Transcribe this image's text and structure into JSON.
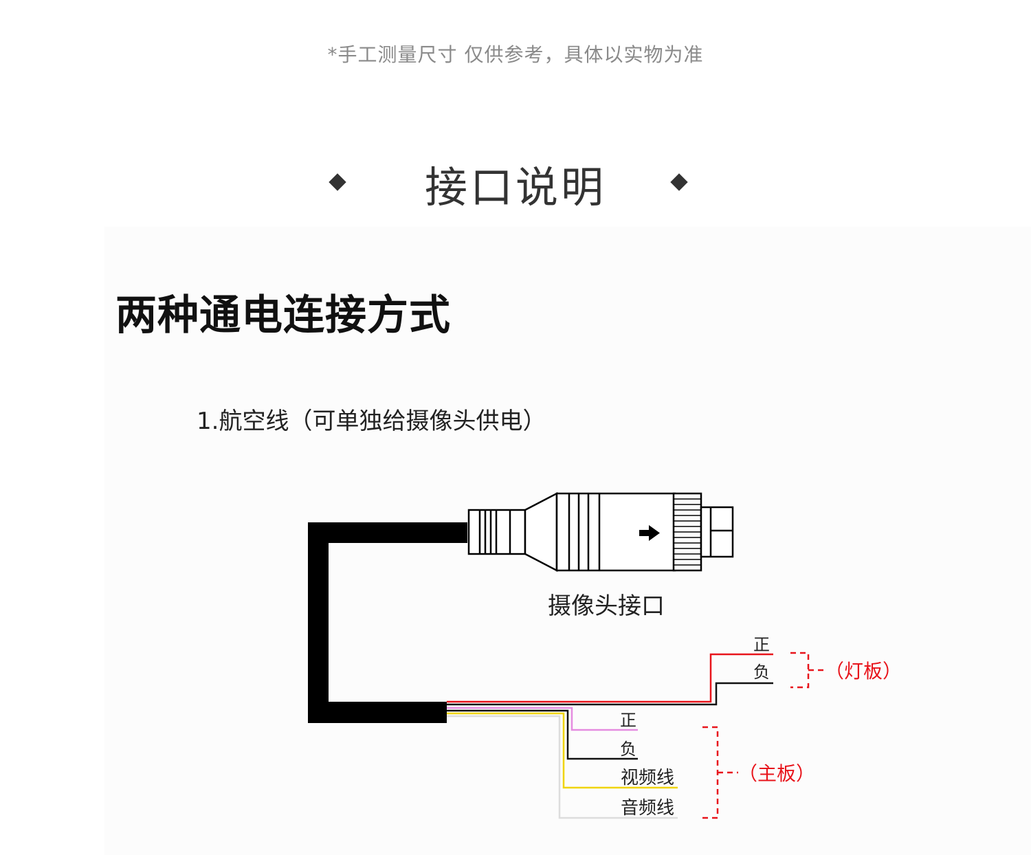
{
  "header": {
    "note": "*手工测量尺寸 仅供参考，具体以实物为准",
    "section_title": "接口说明"
  },
  "panel": {
    "heading": "两种通电连接方式",
    "subheading": "1.航空线（可单独给摄像头供电）"
  },
  "diagram": {
    "connector_label": "摄像头接口",
    "light_board": {
      "positive": "正",
      "negative": "负",
      "group_label": "（灯板）"
    },
    "main_board": {
      "positive": "正",
      "negative": "负",
      "video": "视频线",
      "audio": "音频线",
      "group_label": "（主板）"
    },
    "colors": {
      "cable": "#000000",
      "light_positive_wire": "#e8141b",
      "light_negative_wire": "#111111",
      "main_positive_wire": "#e58ce0",
      "main_negative_wire": "#111111",
      "video_wire": "#f0d400",
      "audio_wire": "#dddddd",
      "bracket": "#e8141b",
      "accent_text": "#e8141b"
    }
  }
}
